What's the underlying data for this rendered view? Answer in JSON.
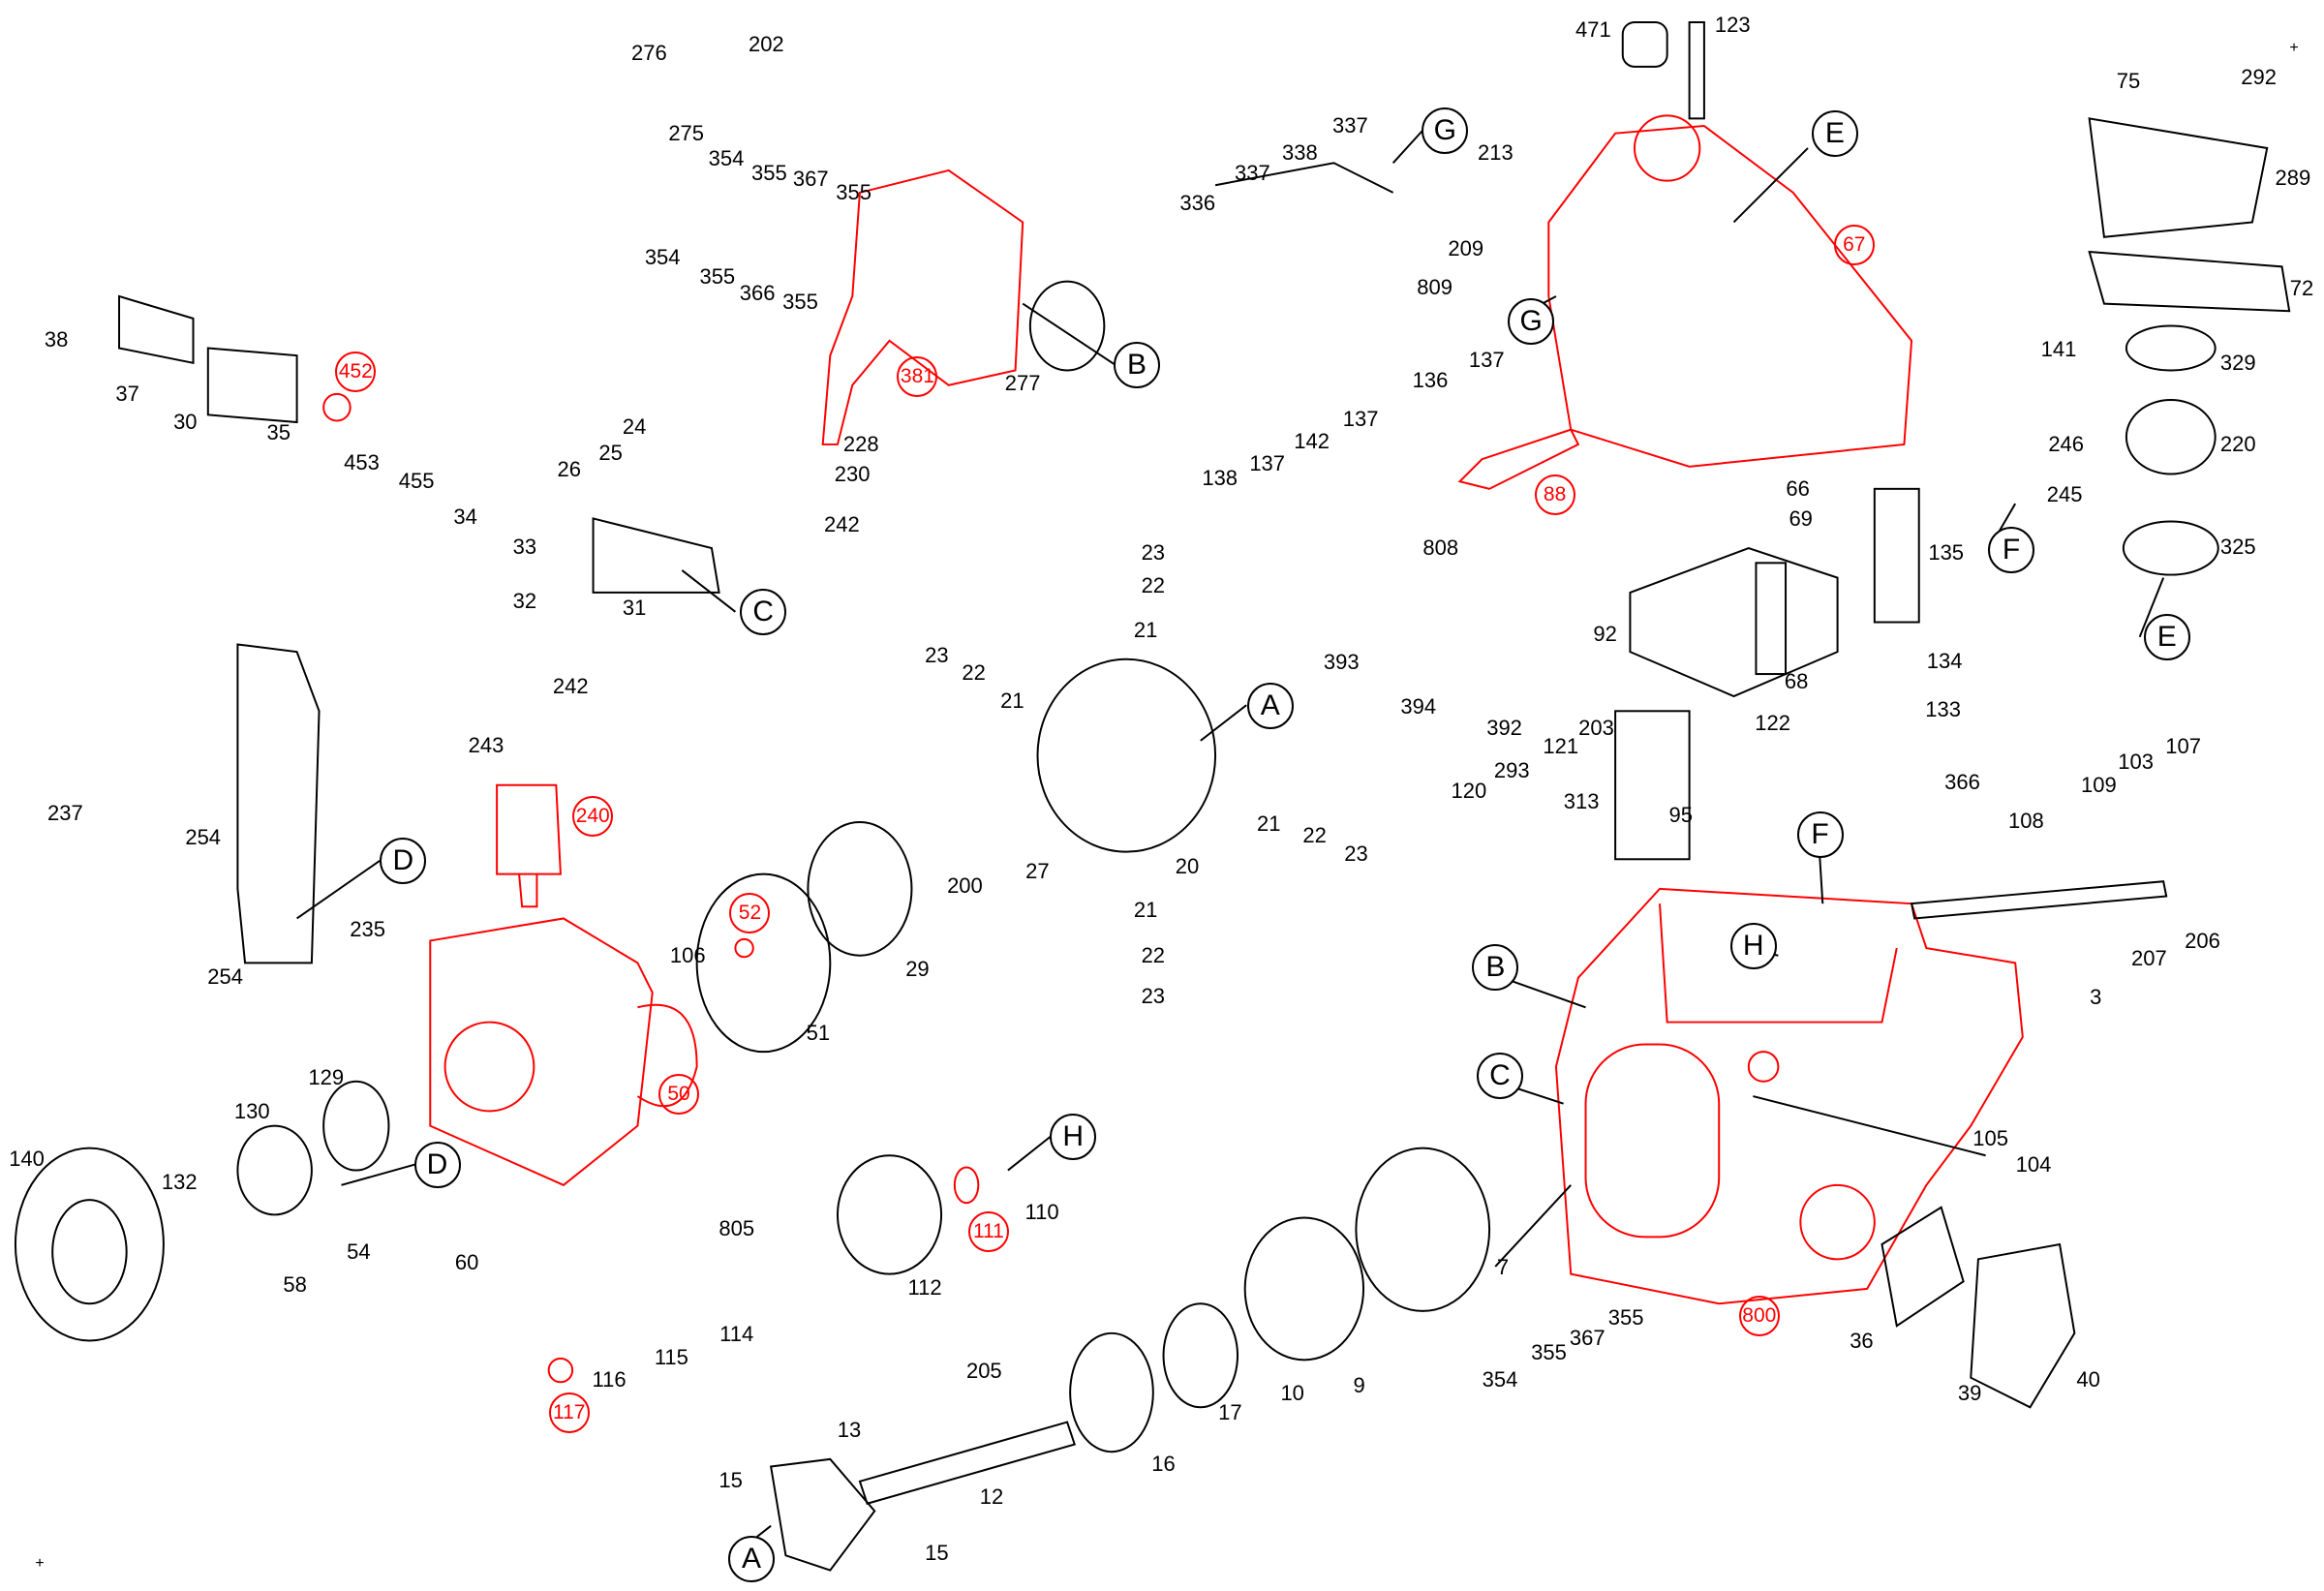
{
  "diagram": {
    "type": "exploded-parts-diagram",
    "colors": {
      "highlight": "#ff0000",
      "line": "#000000"
    },
    "labels": [
      {
        "t": "276"
      },
      {
        "t": "202"
      },
      {
        "t": "275"
      },
      {
        "t": "354"
      },
      {
        "t": "355"
      },
      {
        "t": "367"
      },
      {
        "t": "355"
      },
      {
        "t": "354"
      },
      {
        "t": "355"
      },
      {
        "t": "366"
      },
      {
        "t": "355"
      },
      {
        "t": "381",
        "red": true
      },
      {
        "t": "277"
      },
      {
        "t": "B",
        "letter": true
      },
      {
        "t": "228"
      },
      {
        "t": "230"
      },
      {
        "t": "242"
      },
      {
        "t": "38"
      },
      {
        "t": "37"
      },
      {
        "t": "30"
      },
      {
        "t": "452",
        "red": true
      },
      {
        "t": "35"
      },
      {
        "t": "453"
      },
      {
        "t": "455"
      },
      {
        "t": "34"
      },
      {
        "t": "25"
      },
      {
        "t": "24"
      },
      {
        "t": "26"
      },
      {
        "t": "33"
      },
      {
        "t": "32"
      },
      {
        "t": "31"
      },
      {
        "t": "C",
        "letter": true
      },
      {
        "t": "471"
      },
      {
        "t": "123"
      },
      {
        "t": "337"
      },
      {
        "t": "G",
        "letter": true
      },
      {
        "t": "213"
      },
      {
        "t": "338"
      },
      {
        "t": "337"
      },
      {
        "t": "336"
      },
      {
        "t": "E",
        "letter": true
      },
      {
        "t": "67",
        "red": true
      },
      {
        "t": "209"
      },
      {
        "t": "809"
      },
      {
        "t": "G",
        "letter": true
      },
      {
        "t": "137"
      },
      {
        "t": "136"
      },
      {
        "t": "137"
      },
      {
        "t": "142"
      },
      {
        "t": "137"
      },
      {
        "t": "138"
      },
      {
        "t": "88",
        "red": true
      },
      {
        "t": "808"
      },
      {
        "t": "75"
      },
      {
        "t": "292"
      },
      {
        "t": "289"
      },
      {
        "t": "72"
      },
      {
        "t": "141"
      },
      {
        "t": "329"
      },
      {
        "t": "246"
      },
      {
        "t": "220"
      },
      {
        "t": "245"
      },
      {
        "t": "F",
        "letter": true
      },
      {
        "t": "325"
      },
      {
        "t": "E",
        "letter": true
      },
      {
        "t": "66"
      },
      {
        "t": "69"
      },
      {
        "t": "135"
      },
      {
        "t": "92"
      },
      {
        "t": "134"
      },
      {
        "t": "68"
      },
      {
        "t": "133"
      },
      {
        "t": "122"
      },
      {
        "t": "393"
      },
      {
        "t": "394"
      },
      {
        "t": "392"
      },
      {
        "t": "203"
      },
      {
        "t": "121"
      },
      {
        "t": "293"
      },
      {
        "t": "120"
      },
      {
        "t": "313"
      },
      {
        "t": "95"
      },
      {
        "t": "366"
      },
      {
        "t": "242"
      },
      {
        "t": "243"
      },
      {
        "t": "240",
        "red": true
      },
      {
        "t": "237"
      },
      {
        "t": "254"
      },
      {
        "t": "D",
        "letter": true
      },
      {
        "t": "235"
      },
      {
        "t": "254"
      },
      {
        "t": "52",
        "red": true
      },
      {
        "t": "106"
      },
      {
        "t": "51"
      },
      {
        "t": "50",
        "red": true
      },
      {
        "t": "129"
      },
      {
        "t": "130"
      },
      {
        "t": "140"
      },
      {
        "t": "132"
      },
      {
        "t": "D",
        "letter": true
      },
      {
        "t": "54"
      },
      {
        "t": "60"
      },
      {
        "t": "58"
      },
      {
        "t": "23"
      },
      {
        "t": "22"
      },
      {
        "t": "21"
      },
      {
        "t": "23"
      },
      {
        "t": "22"
      },
      {
        "t": "21"
      },
      {
        "t": "A",
        "letter": true
      },
      {
        "t": "20"
      },
      {
        "t": "21"
      },
      {
        "t": "22"
      },
      {
        "t": "23"
      },
      {
        "t": "27"
      },
      {
        "t": "200"
      },
      {
        "t": "29"
      },
      {
        "t": "21"
      },
      {
        "t": "22"
      },
      {
        "t": "23"
      },
      {
        "t": "F",
        "letter": true
      },
      {
        "t": "108"
      },
      {
        "t": "109"
      },
      {
        "t": "103"
      },
      {
        "t": "107"
      },
      {
        "t": "B",
        "letter": true
      },
      {
        "t": "H",
        "letter": true
      },
      {
        "t": "206"
      },
      {
        "t": "207"
      },
      {
        "t": "3"
      },
      {
        "t": "C",
        "letter": true
      },
      {
        "t": "105"
      },
      {
        "t": "104"
      },
      {
        "t": "7"
      },
      {
        "t": "800",
        "red": true
      },
      {
        "t": "355"
      },
      {
        "t": "367"
      },
      {
        "t": "355"
      },
      {
        "t": "354"
      },
      {
        "t": "36"
      },
      {
        "t": "39"
      },
      {
        "t": "40"
      },
      {
        "t": "H",
        "letter": true
      },
      {
        "t": "110"
      },
      {
        "t": "111",
        "red": true
      },
      {
        "t": "805"
      },
      {
        "t": "112"
      },
      {
        "t": "114"
      },
      {
        "t": "115"
      },
      {
        "t": "116"
      },
      {
        "t": "117",
        "red": true
      },
      {
        "t": "205"
      },
      {
        "t": "13"
      },
      {
        "t": "15"
      },
      {
        "t": "12"
      },
      {
        "t": "16"
      },
      {
        "t": "17"
      },
      {
        "t": "10"
      },
      {
        "t": "9"
      },
      {
        "t": "A",
        "letter": true
      },
      {
        "t": "15"
      }
    ],
    "registration_marks": [
      "+",
      "+"
    ]
  }
}
